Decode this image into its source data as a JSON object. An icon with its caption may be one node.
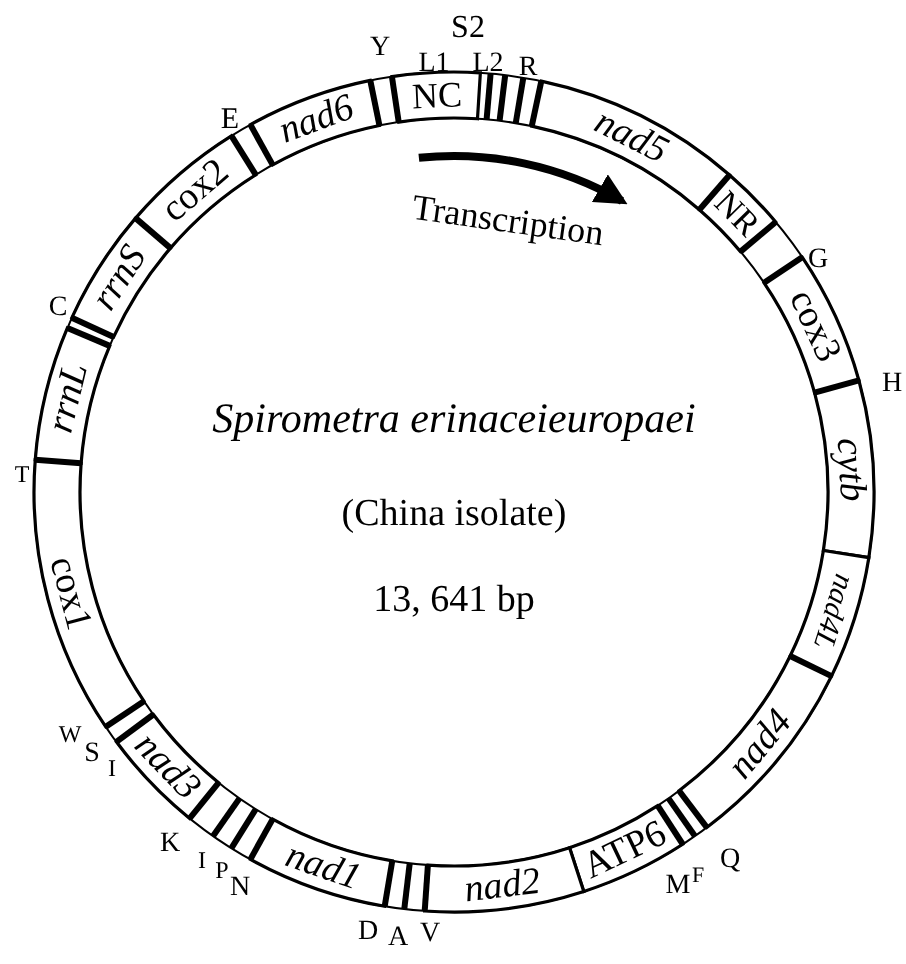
{
  "diagram": {
    "nodes": [
      {
        "text": [
          "NC"
        ]
      },
      {
        "text": [
          "nad5"
        ]
      },
      {
        "text": [
          "NR"
        ]
      },
      {
        "text": [
          "cox3"
        ]
      },
      {
        "text": [
          "cytb"
        ]
      },
      {
        "text": [
          "nad4L"
        ]
      },
      {
        "text": [
          "nad4"
        ]
      },
      {
        "text": [
          "ATP6"
        ]
      },
      {
        "text": [
          "nad2"
        ]
      },
      {
        "text": [
          "nad1"
        ]
      },
      {
        "text": [
          "nad3"
        ]
      },
      {
        "text": [
          "cox1"
        ]
      },
      {
        "text": [
          "rrnL"
        ]
      },
      {
        "text": [
          "rrnS"
        ]
      },
      {
        "text": [
          "cox2"
        ]
      },
      {
        "text": [
          "nad6"
        ]
      }
    ],
    "labels": [
      "S2",
      "Y",
      "L1",
      "L2",
      "R",
      "E",
      "Transcription",
      "G",
      "C",
      "H",
      "Spirometra erinaceieuropaei",
      "T",
      "(China isolate)",
      "13, 641 bp",
      "W",
      "S",
      "I",
      "K",
      "I",
      "P",
      "N",
      "M",
      "F",
      "Q",
      "D",
      "A",
      "V"
    ]
  }
}
